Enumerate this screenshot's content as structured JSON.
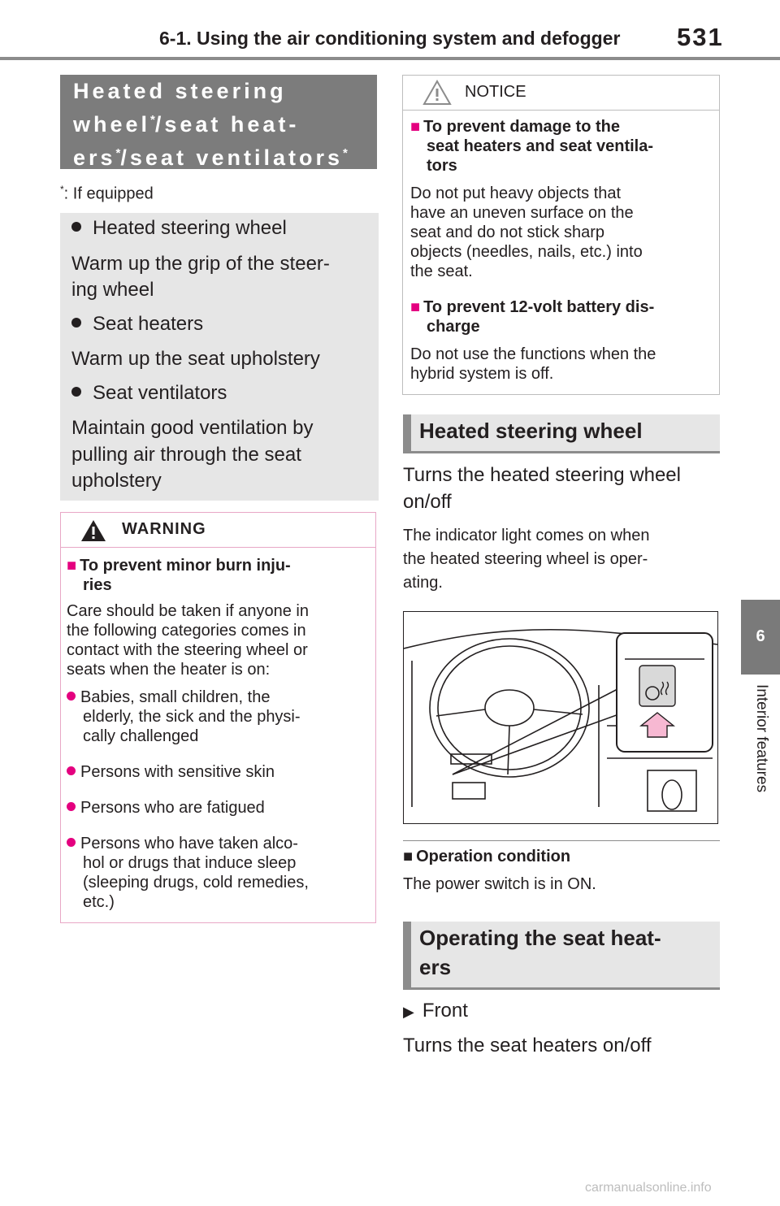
{
  "header": {
    "title": "6-1. Using the air conditioning system and defogger",
    "page_number": "531"
  },
  "side_tab": {
    "chapter": "6",
    "label": "Interior features"
  },
  "left_heading": {
    "line1": "Heated steering",
    "line2a": "wheel",
    "line2b": "/seat heat-",
    "line3a": "ers",
    "line3b": "/seat ventilators",
    "asterisk": "*"
  },
  "if_equipped": {
    "asterisk": "*",
    "text": ": If equipped"
  },
  "features": [
    {
      "title": "Heated steering wheel",
      "desc1": "Warm up the grip of the steer-",
      "desc2": "ing wheel"
    },
    {
      "title": "Seat heaters",
      "desc1": "Warm up the seat upholstery"
    },
    {
      "title": "Seat ventilators",
      "desc1": "Maintain good ventilation by",
      "desc2": "pulling air through the seat",
      "desc3": "upholstery"
    }
  ],
  "warning": {
    "label": "WARNING",
    "heading1": "To prevent minor burn inju-",
    "heading2": "ries",
    "body1": "Care should be taken if anyone in",
    "body2": "the following categories comes in",
    "body3": "contact with the steering wheel or",
    "body4": "seats when the heater is on:",
    "items": [
      {
        "l1": "Babies, small children, the",
        "l2": "elderly, the sick and the physi-",
        "l3": "cally challenged"
      },
      {
        "l1": "Persons with sensitive skin"
      },
      {
        "l1": "Persons who are fatigued"
      },
      {
        "l1": "Persons who have taken alco-",
        "l2": "hol or drugs that induce sleep",
        "l3": "(sleeping drugs, cold remedies,",
        "l4": "etc.)"
      }
    ]
  },
  "notice": {
    "label": "NOTICE",
    "h1a": "To prevent damage to the",
    "h1b": "seat heaters and seat ventila-",
    "h1c": "tors",
    "b1a": "Do not put heavy objects that",
    "b1b": "have an uneven surface on the",
    "b1c": "seat and do not stick sharp",
    "b1d": "objects (needles, nails, etc.) into",
    "b1e": "the seat.",
    "h2a": "To prevent 12-volt battery dis-",
    "h2b": "charge",
    "b2a": "Do not use the functions when the",
    "b2b": "hybrid system is off."
  },
  "sec_steering": {
    "title": "Heated steering wheel",
    "lead1": "Turns the heated steering wheel",
    "lead2": "on/off",
    "s1": "The indicator light comes on when",
    "s2": "the heated steering wheel is oper-",
    "s3": "ating."
  },
  "operation": {
    "title": "Operation condition",
    "text": "The power switch is in ON."
  },
  "sec_seat": {
    "title1": "Operating the seat heat-",
    "title2": "ers",
    "sub": "Front",
    "text": "Turns the seat heaters on/off"
  },
  "watermark": "carmanualsonline.info",
  "colors": {
    "accent": "#e4007f",
    "gray_heading": "#7c7c7c",
    "box_gray": "#e6e6e6"
  }
}
